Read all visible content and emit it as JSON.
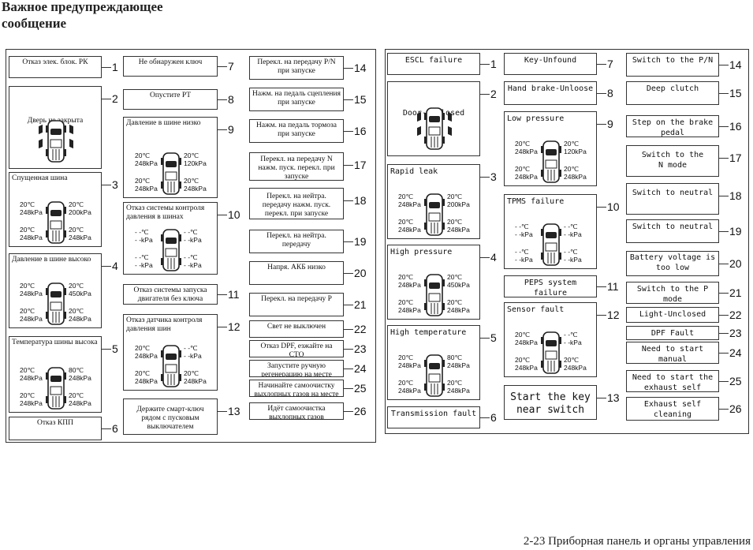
{
  "heading": "Важное предупреждающее\nсообщение",
  "footer": "2-23  Приборная панель и органы управления",
  "ru": {
    "items": [
      {
        "n": "1",
        "text": "Отказ элек. блок. РК"
      },
      {
        "n": "2",
        "text": "Дверь не закрыта"
      },
      {
        "n": "3",
        "text": "Спущенная шина",
        "tires": {
          "fl": "20℃\n248kPa",
          "fr": "20℃\n200kPa",
          "rl": "20℃\n248kPa",
          "rr": "20℃\n248kPa"
        }
      },
      {
        "n": "4",
        "text": "Давление в шине высоко",
        "tires": {
          "fl": "20℃\n248kPa",
          "fr": "20℃\n450kPa",
          "rl": "20℃\n248kPa",
          "rr": "20℃\n248kPa"
        }
      },
      {
        "n": "5",
        "text": "Температура шины высока",
        "tires": {
          "fl": "20℃\n248kPa",
          "fr": "80℃\n248kPa",
          "rl": "20℃\n248kPa",
          "rr": "20℃\n248kPa"
        }
      },
      {
        "n": "6",
        "text": "Отказ КПП"
      },
      {
        "n": "7",
        "text": "Не обнаружен ключ"
      },
      {
        "n": "8",
        "text": "Опустите РТ"
      },
      {
        "n": "9",
        "text": "Давление в шине низко",
        "tires": {
          "fl": "20℃\n248kPa",
          "fr": "20℃\n120kPa",
          "rl": "20℃\n248kPa",
          "rr": "20℃\n248kPa"
        }
      },
      {
        "n": "10",
        "text": "Отказ системы контроля давления в шинах",
        "tires": {
          "fl": "- -℃\n- -kPa",
          "fr": "- -℃\n- -kPa",
          "rl": "- -℃\n- -kPa",
          "rr": "- -℃\n- -kPa"
        }
      },
      {
        "n": "11",
        "text": "Отказ системы запуска двигателя без ключа"
      },
      {
        "n": "12",
        "text": "Отказ датчика контроля давления шин",
        "tires": {
          "fl": "20℃\n248kPa",
          "fr": "- -℃\n- -kPa",
          "rl": "20℃\n248kPa",
          "rr": "20℃\n248kPa"
        }
      },
      {
        "n": "13",
        "text": "Держите смарт-ключ рядом с пусковым выключателем"
      },
      {
        "n": "14",
        "text": "Перекл. на передачу P/N при запуске"
      },
      {
        "n": "15",
        "text": "Нажм. на педаль сцепления при запуске"
      },
      {
        "n": "16",
        "text": "Нажм. на педаль тормоза при запуске"
      },
      {
        "n": "17",
        "text": "Перекл. на передачу N нажм. пуск. перекл. при запуске"
      },
      {
        "n": "18",
        "text": "Перекл. на нейтра. передачу нажм. пуск. перекл. при запуске"
      },
      {
        "n": "19",
        "text": "Перекл. на нейтра. передачу"
      },
      {
        "n": "20",
        "text": "Напря. АКБ низко"
      },
      {
        "n": "21",
        "text": "Перекл. на передачу P"
      },
      {
        "n": "22",
        "text": "Свет не выключен"
      },
      {
        "n": "23",
        "text": "Отказ DPF, езжайте на СТО"
      },
      {
        "n": "24",
        "text": "Запустите ручную регенерацию на месте"
      },
      {
        "n": "25",
        "text": "Начинайте самоочистку выхлопных газов на месте"
      },
      {
        "n": "26",
        "text": "Идёт самоочистка выхлопных газов"
      }
    ]
  },
  "en": {
    "items": [
      {
        "n": "1",
        "text": "ESCL failure"
      },
      {
        "n": "2",
        "text": "Door-Unclosed"
      },
      {
        "n": "3",
        "text": "Rapid leak",
        "tires": {
          "fl": "20℃\n248kPa",
          "fr": "20℃\n200kPa",
          "rl": "20℃\n248kPa",
          "rr": "20℃\n248kPa"
        }
      },
      {
        "n": "4",
        "text": "High pressure",
        "tires": {
          "fl": "20℃\n248kPa",
          "fr": "20℃\n450kPa",
          "rl": "20℃\n248kPa",
          "rr": "20℃\n248kPa"
        }
      },
      {
        "n": "5",
        "text": "High temperature",
        "tires": {
          "fl": "20℃\n248kPa",
          "fr": "80℃\n248kPa",
          "rl": "20℃\n248kPa",
          "rr": "20℃\n248kPa"
        }
      },
      {
        "n": "6",
        "text": "Transmission fault"
      },
      {
        "n": "7",
        "text": "Key-Unfound"
      },
      {
        "n": "8",
        "text": "Hand brake-Unloose"
      },
      {
        "n": "9",
        "text": "Low pressure",
        "tires": {
          "fl": "20℃\n248kPa",
          "fr": "20℃\n120kPa",
          "rl": "20℃\n248kPa",
          "rr": "20℃\n248kPa"
        }
      },
      {
        "n": "10",
        "text": "TPMS failure",
        "tires": {
          "fl": "- -℃\n- -kPa",
          "fr": "- -℃\n- -kPa",
          "rl": "- -℃\n- -kPa",
          "rr": "- -℃\n- -kPa"
        }
      },
      {
        "n": "11",
        "text": "PEPS system failure"
      },
      {
        "n": "12",
        "text": "Sensor fault",
        "tires": {
          "fl": "20℃\n248kPa",
          "fr": "- -℃\n- -kPa",
          "rl": "20℃\n248kPa",
          "rr": "20℃\n248kPa"
        }
      },
      {
        "n": "13",
        "text": "Start the key\nnear switch"
      },
      {
        "n": "14",
        "text": "Switch to the P/N"
      },
      {
        "n": "15",
        "text": "Deep clutch"
      },
      {
        "n": "16",
        "text": "Step on the brake pedal"
      },
      {
        "n": "17",
        "text": "Switch to the\nN mode"
      },
      {
        "n": "18",
        "text": "Switch to neutral"
      },
      {
        "n": "19",
        "text": "Switch to neutral"
      },
      {
        "n": "20",
        "text": "Battery voltage is\ntoo low"
      },
      {
        "n": "21",
        "text": "Switch to the P mode"
      },
      {
        "n": "22",
        "text": "Light-Unclosed"
      },
      {
        "n": "23",
        "text": "DPF Fault"
      },
      {
        "n": "24",
        "text": "Need to start manual\nregeneration"
      },
      {
        "n": "25",
        "text": "Need to start the\nexhaust self cleaning"
      },
      {
        "n": "26",
        "text": "Exhaust self cleaning\nis in progress"
      }
    ]
  }
}
